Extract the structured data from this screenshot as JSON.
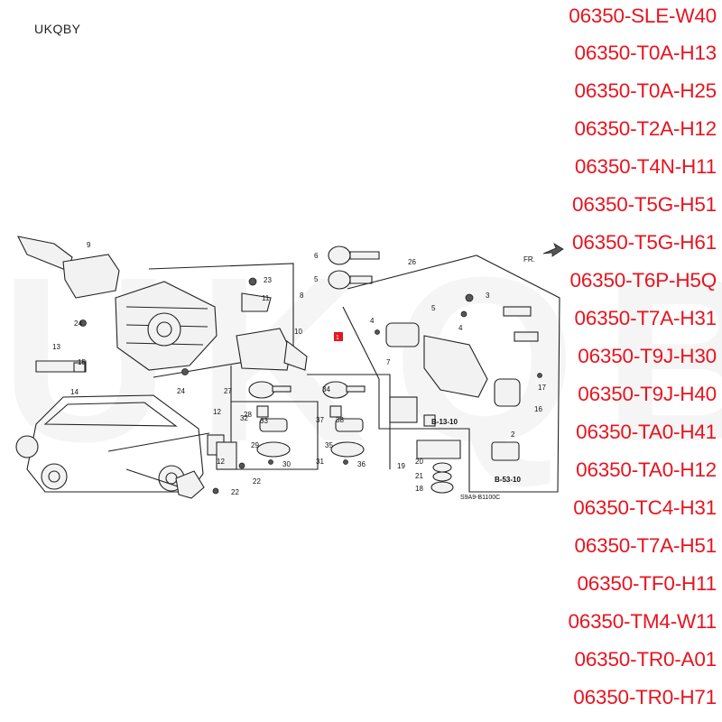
{
  "brand": "UKQBY",
  "watermark": "UKQBY",
  "part_numbers": [
    "06350-SLE-W40",
    "06350-T0A-H13",
    "06350-T0A-H25",
    "06350-T2A-H12",
    "06350-T4N-H11",
    "06350-T5G-H51",
    "06350-T5G-H61",
    "06350-T6P-H5Q",
    "06350-T7A-H31",
    "06350-T9J-H30",
    "06350-T9J-H40",
    "06350-TA0-H41",
    "06350-TA0-H12",
    "06350-TC4-H31",
    "06350-T7A-H51",
    "06350-TF0-H11",
    "06350-TM4-W11",
    "06350-TR0-A01",
    "06350-TR0-H71"
  ],
  "diagram": {
    "figure_code": "S9A9-B1100C",
    "front_marker": "FR.",
    "ref_b13": "B-13-10",
    "ref_b53": "B-53-10",
    "callouts": {
      "c1": "1",
      "c2": "2",
      "c3": "3",
      "c4": "4",
      "c4b": "4",
      "c5": "5",
      "c6": "6",
      "c7": "7",
      "c8": "8",
      "c9": "9",
      "c10": "10",
      "c11": "11",
      "c12": "12",
      "c12b": "12",
      "c13": "13",
      "c14": "14",
      "c15": "15",
      "c16": "16",
      "c17": "17",
      "c18": "18",
      "c19": "19",
      "c20": "20",
      "c21": "21",
      "c22": "22",
      "c22b": "22",
      "c23": "23",
      "c24": "24",
      "c24b": "24",
      "c26": "26",
      "c27": "27",
      "c28": "28",
      "c29": "29",
      "c30": "30",
      "c31": "31",
      "c32": "32",
      "c33": "33",
      "c34": "34",
      "c35": "35",
      "c36": "36",
      "c37": "37",
      "c38": "38"
    }
  }
}
